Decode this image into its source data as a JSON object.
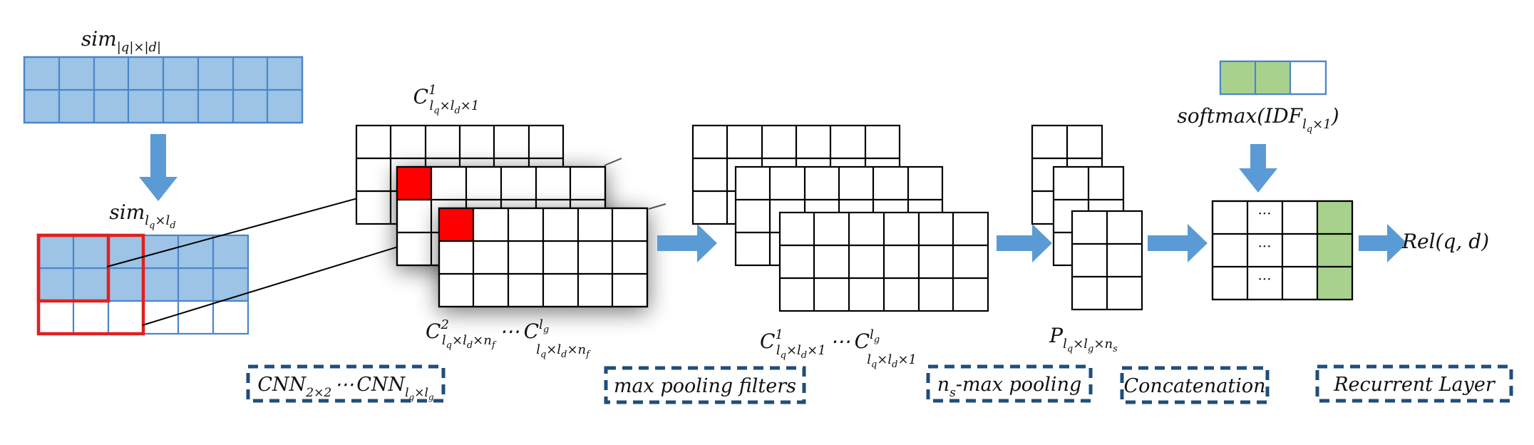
{
  "labels": {
    "sim_full_base": "sim",
    "sim_full_sub": "|q|×|d|",
    "sim_trunc_base": "sim",
    "sim_trunc_sub": "l",
    "sim_trunc_sub_q": "q",
    "sim_trunc_sub_x": "×l",
    "sim_trunc_sub_d": "d",
    "c1_base": "C",
    "c1_sup": "1",
    "c1_sub": "l",
    "c1_sub_q": "q",
    "c1_sub_mid": "×l",
    "c1_sub_d": "d",
    "c1_sub_end": "×1",
    "c2_base": "C",
    "c2_sup": "2",
    "c2_sub": "l",
    "c2_sub_q": "q",
    "c2_sub_mid": "×l",
    "c2_sub_d": "d",
    "c2_sub_x": "×n",
    "c2_sub_f": "f",
    "cdots": "⋯",
    "clg_base": "C",
    "clg_sup": "l",
    "clg_sup_g": "g",
    "clg_sub": "l",
    "clg_sub_q": "q",
    "clg_sub_mid": "×l",
    "clg_sub_d": "d",
    "clg_sub_x": "×n",
    "clg_sub_f": "f",
    "pool1_base": "C",
    "pool1_sup": "1",
    "pool1_sub": "l",
    "pool1_sub_q": "q",
    "pool1_sub_mid": "×l",
    "pool1_sub_d": "d",
    "pool1_sub_end": "×1",
    "poolg_base": "C",
    "poolg_sup": "l",
    "poolg_sup_g": "g",
    "poolg_sub": "l",
    "poolg_sub_q": "q",
    "poolg_sub_mid": "×l",
    "poolg_sub_d": "d",
    "poolg_sub_end": "×1",
    "p_base": "P",
    "p_sub": "l",
    "p_sub_q": "q",
    "p_sub_mid": "×l",
    "p_sub_g": "g",
    "p_sub_x": "×n",
    "p_sub_s": "s",
    "softmax_text": "softmax(IDF",
    "softmax_sub": "l",
    "softmax_sub_q": "q",
    "softmax_sub_end": "×1",
    "softmax_close": ")",
    "rel": "Rel(q, d)",
    "ellipsis": "···"
  },
  "boxes": {
    "cnn_base": "CNN",
    "cnn_sub1": "2×2",
    "cnn_cdots": "⋯",
    "cnn_base2": "CNN",
    "cnn_sub2": "l",
    "cnn_sub2_g": "g",
    "cnn_sub2_x": "×l",
    "cnn_sub2_g2": "g",
    "maxpool": "max pooling filters",
    "nsmax_n": "n",
    "nsmax_s": "s",
    "nsmax_rest": "-max pooling",
    "concat": "Concatenation",
    "recurrent": "Recurrent Layer"
  },
  "colors": {
    "cell_blue": "#9dc3e6",
    "grid_blue": "#4a86c8",
    "arrow_blue": "#5b9bd5",
    "highlight_red": "#e02020",
    "filter_fill_red": "#ff0000",
    "green": "#a9d18e",
    "dash_blue": "#1f4e79"
  }
}
